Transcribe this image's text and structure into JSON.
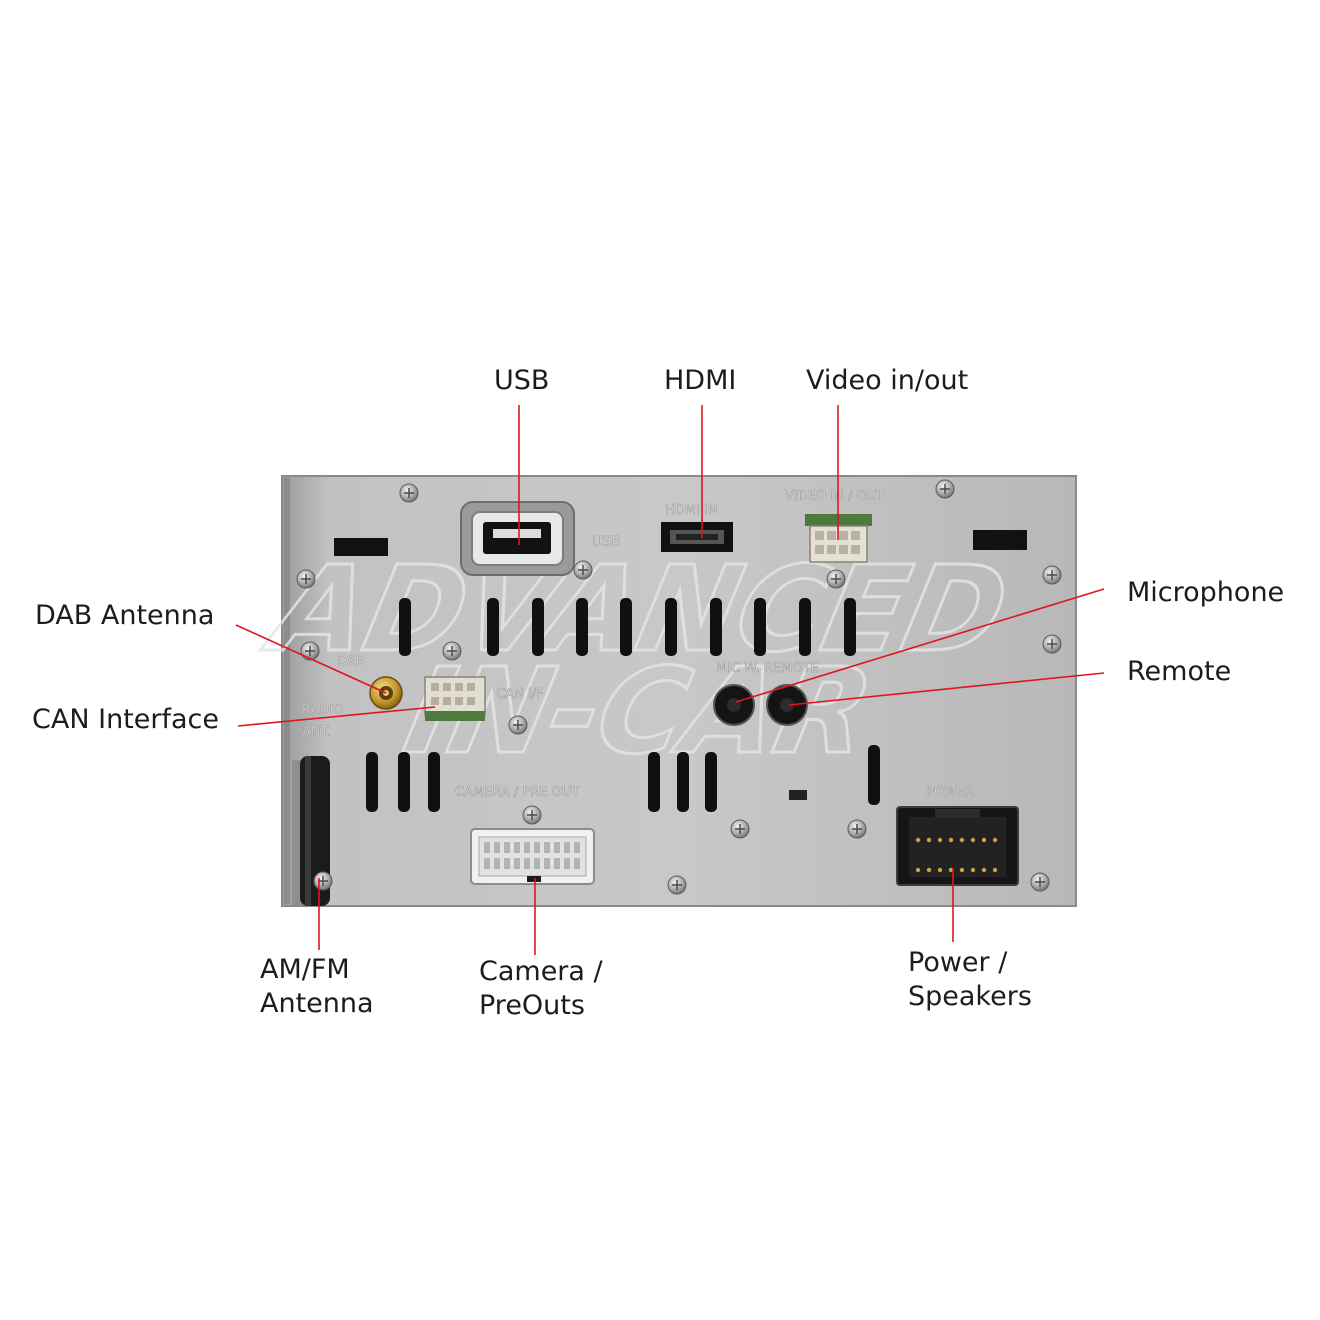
{
  "callouts": {
    "usb": "USB",
    "hdmi": "HDMI",
    "video": "Video in/out",
    "microphone": "Microphone",
    "remote": "Remote",
    "dab": "DAB Antenna",
    "can": "CAN Interface",
    "amfm": [
      "AM/FM",
      "Antenna"
    ],
    "camera": [
      "Camera /",
      "PreOuts"
    ],
    "power": [
      "Power /",
      "Speakers"
    ]
  },
  "panel_labels": {
    "usb": "USB",
    "hdmi_in": "HDMI IN",
    "video_in_out": "VIDEO IN / OUT",
    "dab": "DAB",
    "radio": "RADIO",
    "ant": "ANT.",
    "can_if": "CAN I/F",
    "mic_remote": "MIC  W. REMOTE",
    "camera_pre_out": "CAMERA / PRE OUT",
    "power": "POWER"
  },
  "watermark": [
    "ADVANCED",
    "IN-CAR"
  ],
  "colors": {
    "leader_line": "#e0161d",
    "panel": "#bcbcbc",
    "callout_text": "#1c1c1c"
  }
}
